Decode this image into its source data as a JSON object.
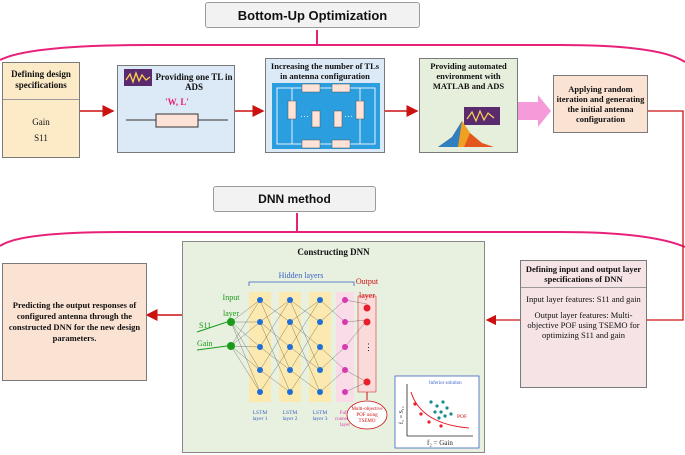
{
  "section1": {
    "title": "Bottom-Up Optimization"
  },
  "section2": {
    "title": "DNN method"
  },
  "design_spec": {
    "title": "Defining design specifications",
    "item1": "Gain",
    "item2": "S11"
  },
  "one_tl": {
    "title": "Providing one TL in ADS",
    "label": "'W, L'"
  },
  "increase_tl": {
    "title": "Increasing the number of TLs in antenna configuration"
  },
  "automated": {
    "title": "Providing automated environment with MATLAB and ADS"
  },
  "random_iter": {
    "title": "Applying random iteration and generating the initial antenna configuration"
  },
  "io_spec": {
    "title": "Defining input and output layer specifications of DNN",
    "input_features": "Input layer features: S11 and gain",
    "output_features": "Output layer features: Multi-objective  POF using TSEMO for optimizing S11 and gain"
  },
  "predict": {
    "text": "Predicting the output responses of configured antenna through the constructed DNN for the new design parameters."
  },
  "dnn": {
    "title": "Constructing DNN",
    "hidden_layers": "Hidden layers",
    "input": "Input",
    "input_layer": "layer",
    "output": "Output",
    "output_layer": "layer",
    "s11": "S11",
    "gain": "Gain",
    "lstm1": "LSTM layer 1",
    "lstm2": "LSTM layer 2",
    "lstm3": "LSTM layer 3",
    "fully": "Fully connected layer",
    "multiobj": "Multi-objective POF using TSEMO",
    "inferior": "Inferior solution",
    "pof": "POF",
    "f1": "f₁ = S₁₁",
    "f2": "f₂ = Gain"
  },
  "colors": {
    "magenta": "#e8207a",
    "red_arrow": "#cc1111",
    "design_fill": "#fdebc8",
    "tl_fill": "#dce9f6",
    "dnn_fill": "#e8f0e0",
    "io_fill": "#f6e3e5",
    "predict_fill": "#fbe3d4",
    "pink_arrow": "#f59bd9"
  }
}
